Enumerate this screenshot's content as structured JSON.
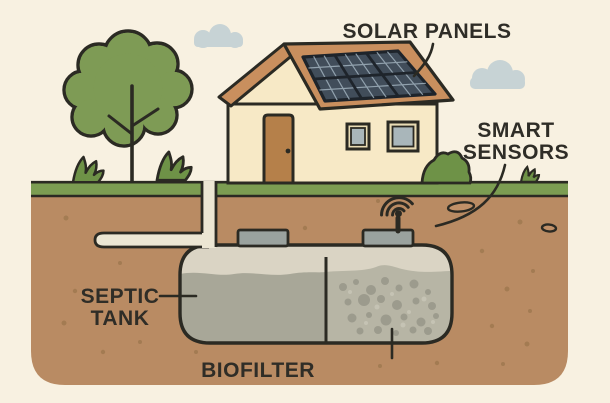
{
  "labels": {
    "solar_panels": "SOLAR PANELS",
    "smart_sensors_line1": "SMART",
    "smart_sensors_line2": "SENSORS",
    "septic_tank_line1": "SEPTIC",
    "septic_tank_line2": "TANK",
    "biofilter": "BIOFILTER"
  },
  "icons": {
    "wifi_signal": "wifi-icon"
  },
  "palette": {
    "bg": "#f8f1e1",
    "outline": "#2b2a23",
    "label_text": "#2f2d27",
    "cloud": "#c7d3d5",
    "grass": "#7c9d52",
    "tuft": "#6e9247",
    "foliage": "#7e9b55",
    "soil": "#b98b63",
    "soil_dot": "#9e784f",
    "pebble": "#c09068",
    "wall": "#f7e9c6",
    "roof": "#c98f5e",
    "door": "#b5804a",
    "window_frame": "#e9dcb4",
    "window_glass": "#a9b6ba",
    "panel": "#414d5a",
    "panel_streak": "#9fb0bc",
    "panel_frame": "#1e242b",
    "pipe": "#ece6d3",
    "tank_body": "#dad4c4",
    "tank_liquid": "#a8a798",
    "biofilter_media": "#b7b5a5",
    "biofilter_speckle": "#9c9b8d",
    "biofilter_speckle_light": "#c5c3b4",
    "sensor": "#9aa29e"
  }
}
